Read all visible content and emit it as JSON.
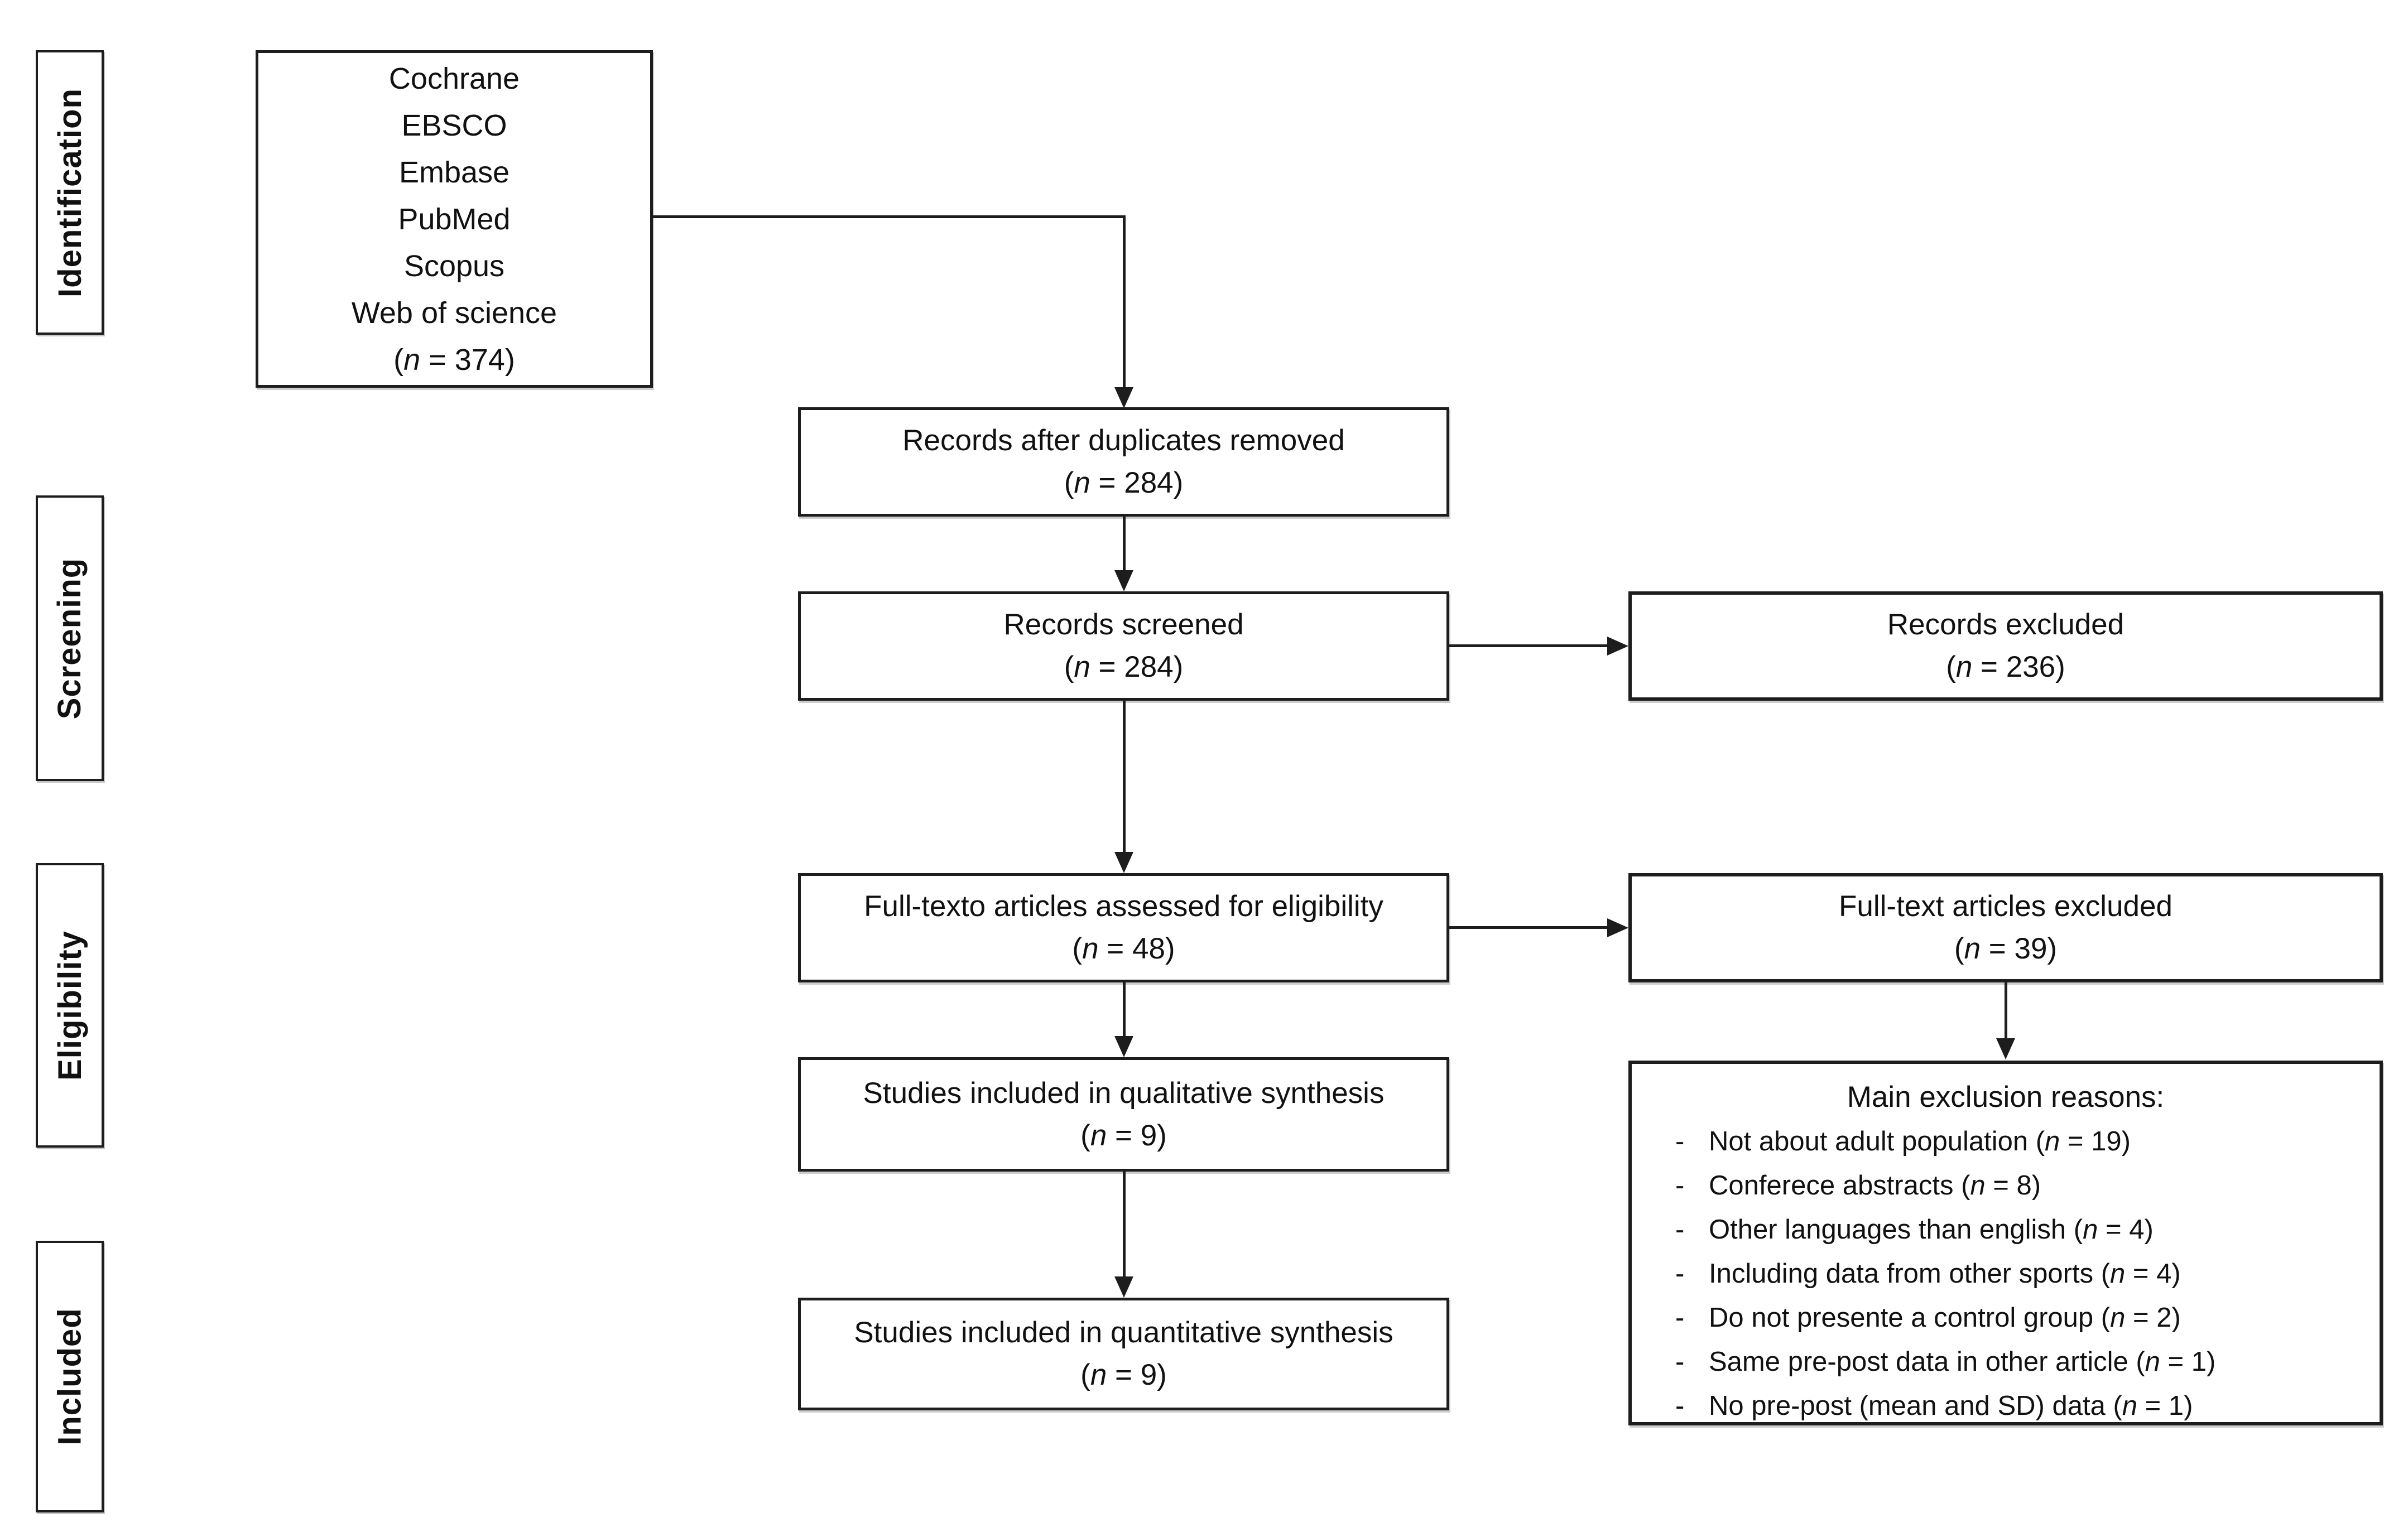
{
  "stages": [
    {
      "label": "Identification"
    },
    {
      "label": "Screening"
    },
    {
      "label": "Eligibility"
    },
    {
      "label": "Included"
    }
  ],
  "boxes": {
    "databases": {
      "lines": [
        "Cochrane",
        "EBSCO",
        "Embase",
        "PubMed",
        "Scopus",
        "Web of science",
        "(n = 374)"
      ]
    },
    "duplicates_removed": {
      "title": "Records after duplicates removed",
      "count": "(n = 284)"
    },
    "records_screened": {
      "title": "Records screened",
      "count": "(n = 284)"
    },
    "records_excluded": {
      "title": "Records excluded",
      "count": "(n = 236)"
    },
    "fulltext_assessed": {
      "title": "Full-texto articles assessed for eligibility",
      "count": "(n = 48)"
    },
    "fulltext_excluded": {
      "title": "Full-text articles excluded",
      "count": "(n = 39)"
    },
    "qualitative": {
      "title": "Studies included in qualitative synthesis",
      "count": "(n = 9)"
    },
    "quantitative": {
      "title": "Studies included in quantitative synthesis",
      "count": "(n = 9)"
    },
    "exclusion_reasons": {
      "title": "Main exclusion reasons:",
      "bullet": "-",
      "items": [
        "Not about adult population (n = 19)",
        "Conferece abstracts (n = 8)",
        "Other languages than english (n = 4)",
        "Including data from other sports (n = 4)",
        "Do not presente a control group (n = 2)",
        "Same pre-post data in other article (n = 1)",
        "No pre-post (mean and SD) data (n = 1)"
      ]
    }
  },
  "colors": {
    "line": "#1d1d1d",
    "text": "#111111",
    "background": "#ffffff"
  }
}
